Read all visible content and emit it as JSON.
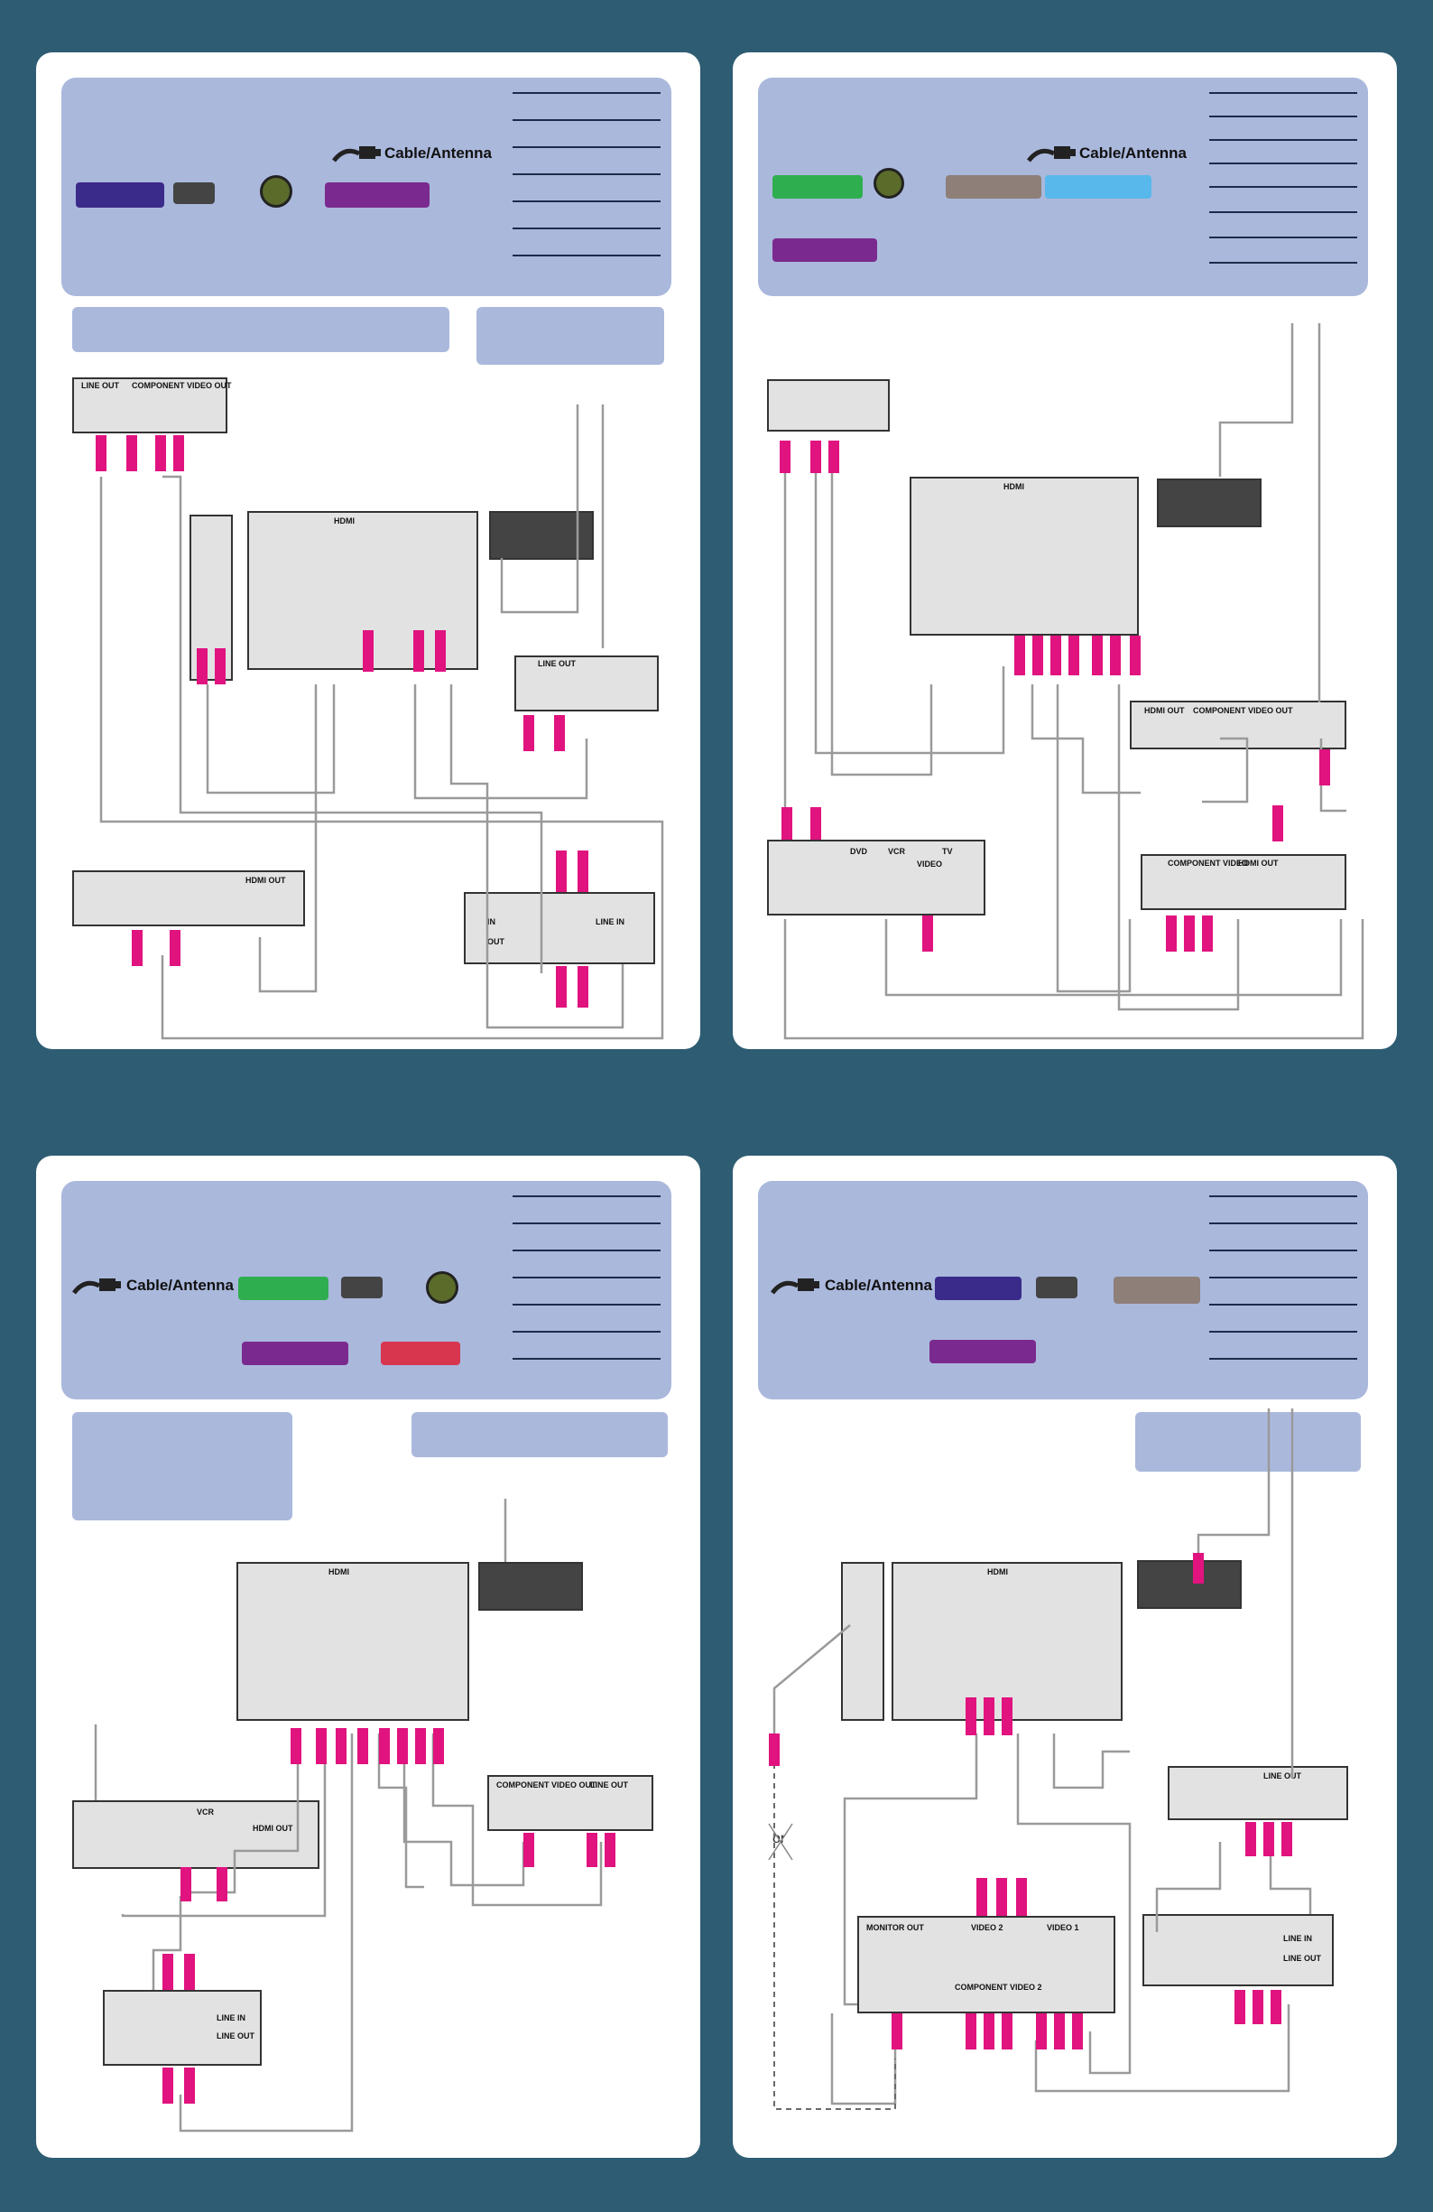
{
  "panels": [
    {
      "cable_label": "Cable/Antenna",
      "port_labels": [
        "LINE OUT",
        "COMPONENT VIDEO OUT",
        "HDMI",
        "HDMI OUT",
        "LINE IN",
        "LINE OUT",
        "IN",
        "OUT"
      ]
    },
    {
      "cable_label": "Cable/Antenna",
      "port_labels": [
        "HDMI",
        "HDMI OUT",
        "COMPONENT VIDEO OUT",
        "DVD",
        "VCR",
        "TV",
        "VIDEO",
        "COMPONENT VIDEO",
        "HDMI OUT"
      ]
    },
    {
      "cable_label": "Cable/Antenna",
      "port_labels": [
        "HDMI",
        "VCR",
        "HDMI OUT",
        "COMPONENT VIDEO OUT",
        "LINE OUT",
        "LINE IN",
        "LINE OUT"
      ]
    },
    {
      "cable_label": "Cable/Antenna",
      "port_labels": [
        "HDMI",
        "LINE OUT",
        "MONITOR OUT",
        "VIDEO 2",
        "VIDEO 1",
        "COMPONENT VIDEO 2",
        "LINE IN",
        "LINE OUT"
      ],
      "or_label": "or"
    }
  ],
  "colors": {
    "background": "#2e5d73",
    "header": "#aab8dc",
    "wire": "#9a9a9a",
    "plug": "#e0137f",
    "chip_indigo": "#3a2a8a",
    "chip_green": "#2fae4f",
    "chip_purple": "#7a2a8e",
    "chip_taupe": "#8e7f78",
    "chip_sky": "#58b8ec",
    "chip_red": "#d8354f"
  },
  "icons": [
    "cable-plug-icon",
    "vcr-cassette-icon",
    "speaker-knob-icon",
    "av-port-icon",
    "hdmi-port-icon",
    "coax-port-icon"
  ]
}
